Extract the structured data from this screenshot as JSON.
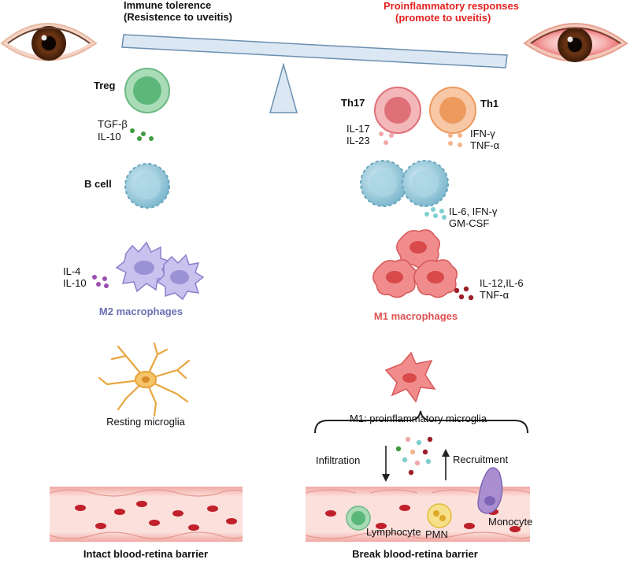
{
  "header": {
    "left_title": "Immune tolerence",
    "left_subtitle": "(Resistence to uveitis)",
    "right_title": "Proinflammatory responses",
    "right_subtitle": "(promote to uveitis)"
  },
  "left": {
    "treg_label": "Treg",
    "treg_cytokines": [
      "TGF-β",
      "IL-10"
    ],
    "bcell_label": "B cell",
    "m2_cytokines": [
      "IL-4",
      "IL-10"
    ],
    "m2_label": "M2 macrophages",
    "microglia_label": "Resting microglia",
    "barrier_label": "Intact blood-retina barrier"
  },
  "right": {
    "th17_label": "Th17",
    "th1_label": "Th1",
    "th17_cytokines": [
      "IL-17",
      "IL-23"
    ],
    "th1_cytokines": [
      "IFN-γ",
      "TNF-α"
    ],
    "bcell_cytokines": [
      "IL-6, IFN-γ",
      "GM-CSF"
    ],
    "m1_cytokines": [
      "IL-12,IL-6",
      "TNF-α"
    ],
    "m1_label": "M1 macrophages",
    "microglia_label": "M1: proinflammatory microglia",
    "infiltration_label": "Infiltration",
    "recruitment_label": "Recruitment",
    "lymphocyte_label": "Lymphocyte",
    "pmn_label": "PMN",
    "monocyte_label": "Monocyte",
    "barrier_label": "Break blood-retina barrier"
  },
  "colors": {
    "treg": "#5cb87a",
    "th17": "#e07078",
    "th1": "#ee9a5e",
    "bcell": "#8fc8da",
    "m2": "#9b92d6",
    "m1": "#e36464",
    "microglia_resting": "#f0b95a",
    "vessel": "#f7c9c4",
    "rbc": "#c0202a",
    "title_red": "#e3211f"
  }
}
